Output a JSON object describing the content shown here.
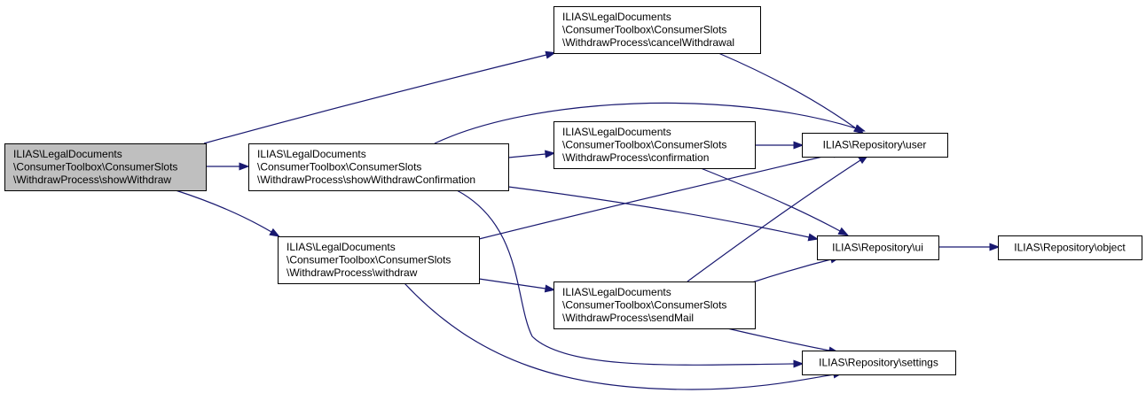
{
  "diagram": {
    "nodes": [
      {
        "id": "showWithdraw",
        "lines": [
          "ILIAS\\LegalDocuments",
          "\\ConsumerToolbox\\ConsumerSlots",
          "\\WithdrawProcess\\showWithdraw"
        ],
        "highlighted": true
      },
      {
        "id": "showWithdrawConfirmation",
        "lines": [
          "ILIAS\\LegalDocuments",
          "\\ConsumerToolbox\\ConsumerSlots",
          "\\WithdrawProcess\\showWithdrawConfirmation"
        ],
        "highlighted": false
      },
      {
        "id": "withdraw",
        "lines": [
          "ILIAS\\LegalDocuments",
          "\\ConsumerToolbox\\ConsumerSlots",
          "\\WithdrawProcess\\withdraw"
        ],
        "highlighted": false
      },
      {
        "id": "cancelWithdrawal",
        "lines": [
          "ILIAS\\LegalDocuments",
          "\\ConsumerToolbox\\ConsumerSlots",
          "\\WithdrawProcess\\cancelWithdrawal"
        ],
        "highlighted": false
      },
      {
        "id": "confirmation",
        "lines": [
          "ILIAS\\LegalDocuments",
          "\\ConsumerToolbox\\ConsumerSlots",
          "\\WithdrawProcess\\confirmation"
        ],
        "highlighted": false
      },
      {
        "id": "sendMail",
        "lines": [
          "ILIAS\\LegalDocuments",
          "\\ConsumerToolbox\\ConsumerSlots",
          "\\WithdrawProcess\\sendMail"
        ],
        "highlighted": false
      },
      {
        "id": "user",
        "lines": [
          "ILIAS\\Repository\\user"
        ],
        "highlighted": false
      },
      {
        "id": "ui",
        "lines": [
          "ILIAS\\Repository\\ui"
        ],
        "highlighted": false
      },
      {
        "id": "object",
        "lines": [
          "ILIAS\\Repository\\object"
        ],
        "highlighted": false
      },
      {
        "id": "settings",
        "lines": [
          "ILIAS\\Repository\\settings"
        ],
        "highlighted": false
      }
    ],
    "edges": [
      {
        "from": "showWithdraw",
        "to": "cancelWithdrawal"
      },
      {
        "from": "showWithdraw",
        "to": "showWithdrawConfirmation"
      },
      {
        "from": "showWithdraw",
        "to": "withdraw"
      },
      {
        "from": "showWithdrawConfirmation",
        "to": "user"
      },
      {
        "from": "showWithdrawConfirmation",
        "to": "confirmation"
      },
      {
        "from": "showWithdrawConfirmation",
        "to": "ui"
      },
      {
        "from": "showWithdrawConfirmation",
        "to": "settings"
      },
      {
        "from": "withdraw",
        "to": "user"
      },
      {
        "from": "withdraw",
        "to": "sendMail"
      },
      {
        "from": "withdraw",
        "to": "settings"
      },
      {
        "from": "cancelWithdrawal",
        "to": "user"
      },
      {
        "from": "confirmation",
        "to": "user"
      },
      {
        "from": "confirmation",
        "to": "ui"
      },
      {
        "from": "sendMail",
        "to": "user"
      },
      {
        "from": "sendMail",
        "to": "ui"
      },
      {
        "from": "sendMail",
        "to": "settings"
      },
      {
        "from": "ui",
        "to": "object"
      }
    ],
    "colors": {
      "edge": "#191970",
      "node_fill": "#ffffff",
      "highlight_fill": "#bfbfbf",
      "border": "#000000",
      "text": "#000000"
    }
  }
}
